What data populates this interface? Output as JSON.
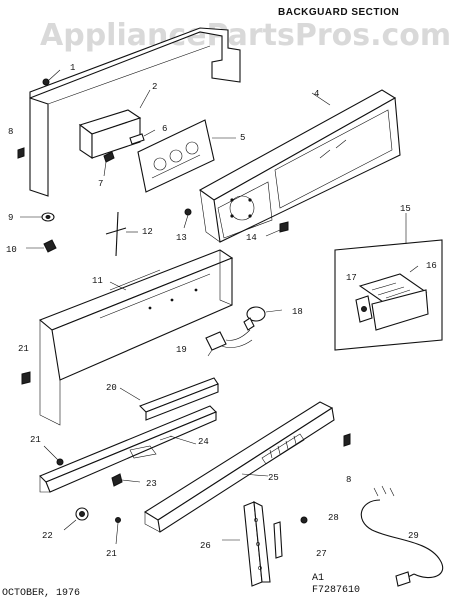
{
  "watermark": "AppliancePartsPros.com",
  "section_title": "BACKGUARD SECTION",
  "footer": {
    "date": "OCTOBER, 1976",
    "code_line1": "A1",
    "code_line2": "F7287610"
  },
  "parts": {
    "p1": "1",
    "p2": "2",
    "p4": "4",
    "p5": "5",
    "p6": "6",
    "p7": "7",
    "p8a": "8",
    "p8b": "8",
    "p9": "9",
    "p10": "10",
    "p11": "11",
    "p12": "12",
    "p13": "13",
    "p14": "14",
    "p15": "15",
    "p16": "16",
    "p17": "17",
    "p18": "18",
    "p19": "19",
    "p20": "20",
    "p21a": "21",
    "p21b": "21",
    "p21c": "21",
    "p22": "22",
    "p23": "23",
    "p24": "24",
    "p25": "25",
    "p26": "26",
    "p27": "27",
    "p28": "28",
    "p29": "29"
  }
}
